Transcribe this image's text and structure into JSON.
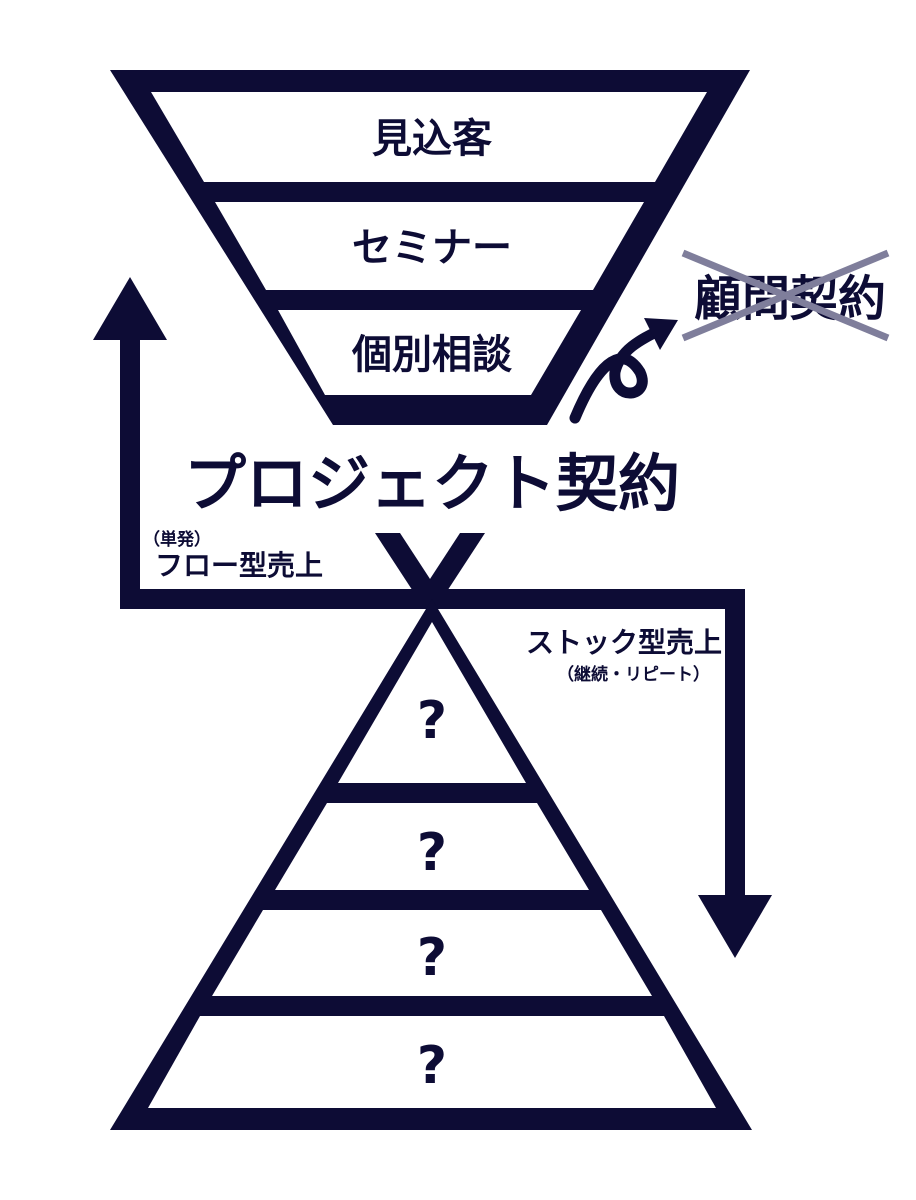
{
  "funnel": {
    "levels": [
      "見込客",
      "セミナー",
      "個別相談"
    ]
  },
  "center_title": "プロジェクト契約",
  "crossed_out_label": "顧問契約",
  "flow": {
    "note": "（単発）",
    "label": "フロー型売上"
  },
  "stock": {
    "label": "ストック型売上",
    "note": "（継続・リピート）"
  },
  "pyramid": {
    "levels": [
      "?",
      "?",
      "?",
      "?"
    ]
  },
  "colors": {
    "ink": "#0d0c35",
    "strike": "#7f7e9b",
    "background": "#ffffff"
  }
}
